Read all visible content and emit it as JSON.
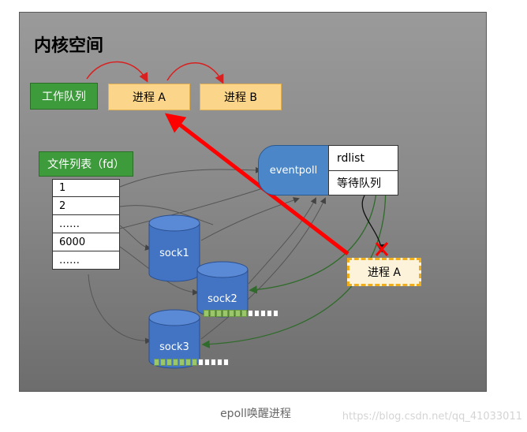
{
  "kernel_title": "内核空间",
  "work_queue": "工作队列",
  "process_a": "进程 A",
  "process_b": "进程 B",
  "file_list": "文件列表（fd）",
  "fd_rows": [
    "1",
    "2",
    "……",
    "6000",
    "……"
  ],
  "eventpoll": "eventpoll",
  "rdlist": "rdlist",
  "wait_queue": "等待队列",
  "sock1": "sock1",
  "sock2": "sock2",
  "sock3": "sock3",
  "process_a_waiting": "进程 A",
  "caption": "epoll唤醒进程",
  "watermark": "https://blog.csdn.net/qq_41033011",
  "colors": {
    "green": "#3e9b3c",
    "yellow": "#fbd68a",
    "blue": "#4a86c8",
    "red_arrow": "#ff0000",
    "dark_green_line": "#2f6b2a"
  }
}
